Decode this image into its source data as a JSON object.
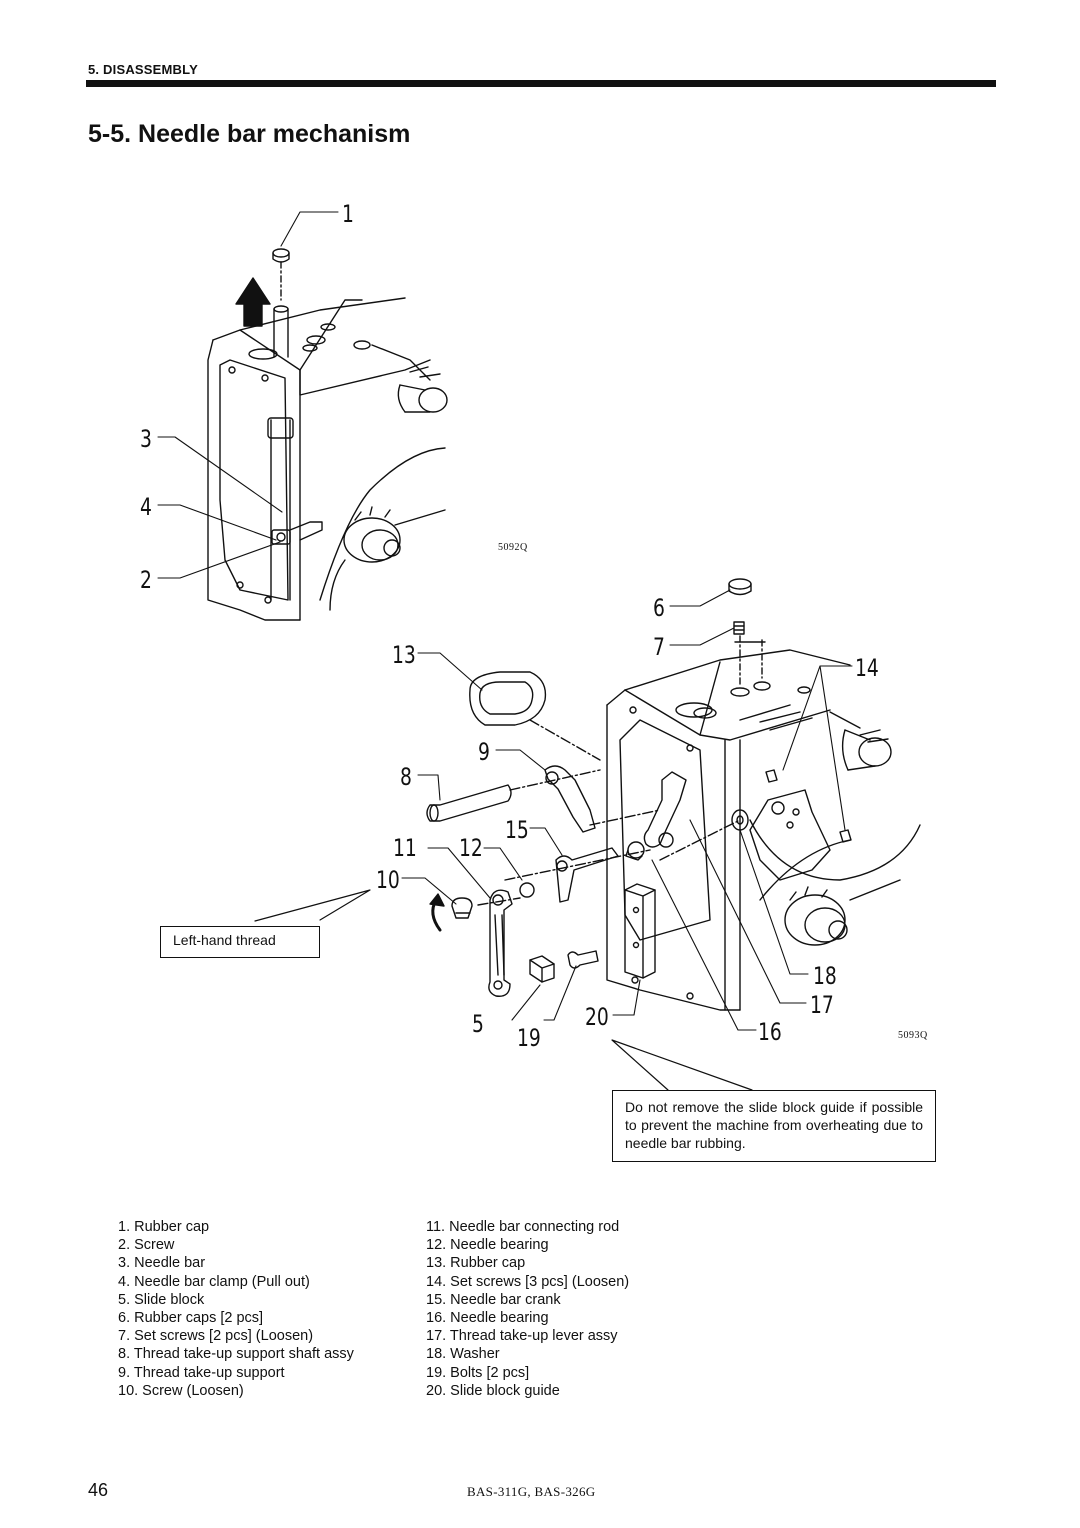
{
  "header": {
    "section": "5. DISASSEMBLY",
    "title": "5-5. Needle bar mechanism"
  },
  "figure_top": {
    "code": "5092Q",
    "callouts": [
      "1",
      "3",
      "4",
      "2"
    ]
  },
  "figure_bottom": {
    "code": "5093Q",
    "callouts": [
      "6",
      "7",
      "13",
      "14",
      "9",
      "8",
      "11",
      "12",
      "15",
      "10",
      "18",
      "17",
      "5",
      "19",
      "20",
      "16"
    ],
    "left_note": "Left-hand thread",
    "right_note": "Do not remove the slide block guide if possible to prevent the machine from overheating due to needle bar rubbing."
  },
  "parts_left": [
    "1. Rubber cap",
    "2. Screw",
    "3. Needle bar",
    "4. Needle bar clamp (Pull out)",
    "5. Slide block",
    "6. Rubber caps [2 pcs]",
    "7. Set screws [2 pcs] (Loosen)",
    "8. Thread take-up support shaft assy",
    "9. Thread take-up support",
    "10. Screw (Loosen)"
  ],
  "parts_right": [
    "11. Needle bar connecting rod",
    "12. Needle bearing",
    "13. Rubber cap",
    "14. Set screws [3 pcs] (Loosen)",
    "15. Needle bar crank",
    "16. Needle bearing",
    "17. Thread take-up lever assy",
    "18. Washer",
    "19. Bolts [2 pcs]",
    "20. Slide block guide"
  ],
  "footer": {
    "page_number": "46",
    "model": "BAS-311G, BAS-326G"
  }
}
